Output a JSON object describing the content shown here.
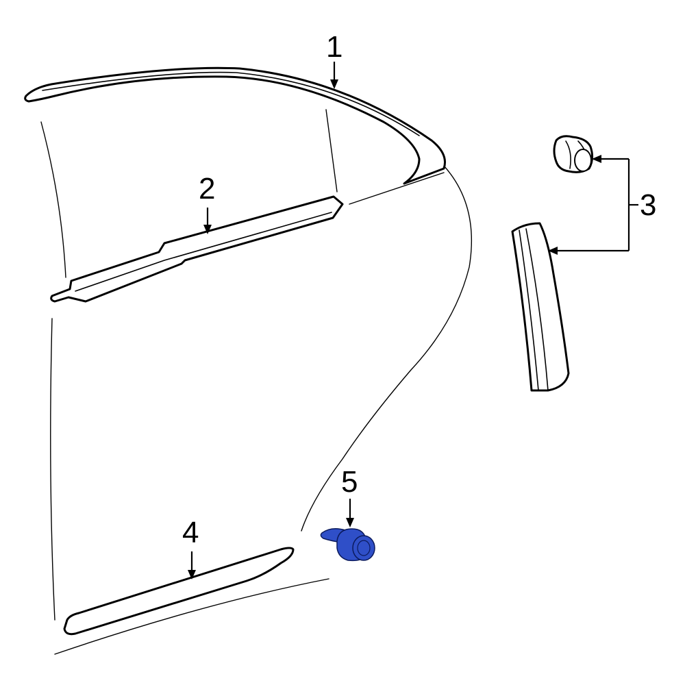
{
  "callouts": [
    {
      "id": "1",
      "label": "1"
    },
    {
      "id": "2",
      "label": "2"
    },
    {
      "id": "3",
      "label": "3"
    },
    {
      "id": "4",
      "label": "4"
    },
    {
      "id": "5",
      "label": "5"
    }
  ],
  "colors": {
    "highlight_part": "#2f4fc8",
    "highlight_outline": "#0b1a5c",
    "line": "#000000",
    "background": "#ffffff"
  }
}
